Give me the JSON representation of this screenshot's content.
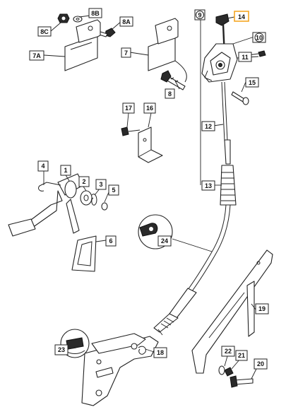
{
  "callouts": {
    "c1": "1",
    "c2": "2",
    "c3": "3",
    "c4": "4",
    "c5": "5",
    "c6": "6",
    "c7": "7",
    "c7a": "7A",
    "c8": "8",
    "c8a": "8A",
    "c8b": "8B",
    "c8c": "8C",
    "c9": "9",
    "c10": "10",
    "c11": "11",
    "c12": "12",
    "c13": "13",
    "c14": "14",
    "c15": "15",
    "c16": "16",
    "c17": "17",
    "c18": "18",
    "c19": "19",
    "c20": "20",
    "c21": "21",
    "c22": "22",
    "c23": "23",
    "c24": "24"
  },
  "colors": {
    "highlight_box": "#f5a623"
  }
}
